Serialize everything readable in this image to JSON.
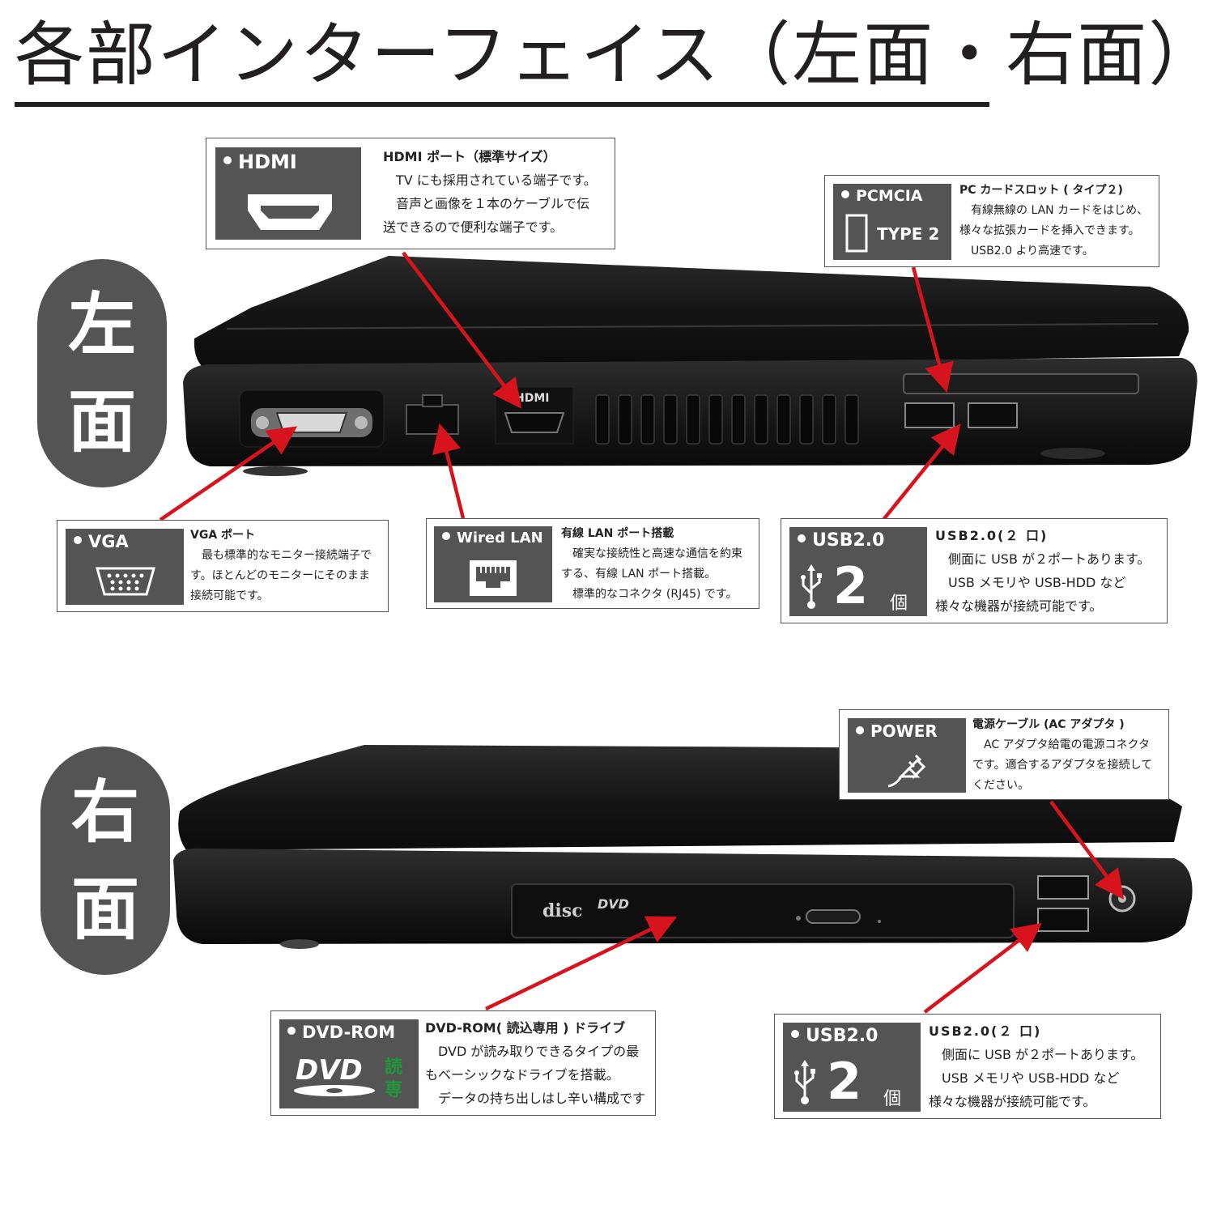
{
  "page_title": "各部インターフェイス（左面・右面）",
  "left_side_label": [
    "左",
    "面"
  ],
  "right_side_label": [
    "右",
    "面"
  ],
  "laptop_markings": {
    "hdmi": "HDMI",
    "dvd": "DVD",
    "disc": "disc"
  },
  "colors": {
    "tag_bg": "#545454",
    "arrow": "#d7141e",
    "laptop": "#151515",
    "dvd_read_only": "#1e9a3a"
  },
  "callouts": {
    "hdmi": {
      "tag": "HDMI",
      "heading": "HDMI ポート（標準サイズ）",
      "lines": [
        "　TV にも採用されている端子です。",
        "　音声と画像を１本のケーブルで伝",
        "送できるので便利な端子です。"
      ],
      "icon": "hdmi-port-icon"
    },
    "pcmcia": {
      "tag": "PCMCIA",
      "type_label": "TYPE 2",
      "heading": "PC カードスロット ( タイプ２)",
      "lines": [
        "　有線無線の LAN カードをはじめ、",
        "様々な拡張カードを挿入できます。",
        "　USB2.0 より高速です。"
      ],
      "icon": "pc-card-icon"
    },
    "vga": {
      "tag": "VGA",
      "heading": "VGA ポート",
      "lines": [
        "　最も標準的なモニター接続端子で",
        "す。ほとんどのモニターにそのまま",
        "接続可能です。"
      ],
      "icon": "vga-port-icon"
    },
    "lan": {
      "tag": "Wired LAN",
      "heading": "有線 LAN ポート搭載",
      "lines": [
        "　確実な接続性と高速な通信を約束",
        "する、有線 LAN ポート搭載。",
        "　標準的なコネクタ (RJ45) です。"
      ],
      "icon": "lan-port-icon"
    },
    "usb_left": {
      "tag": "USB2.0",
      "count": "2",
      "unit": "個",
      "heading": "USB2.0(２ 口)",
      "lines": [
        "　側面に USB が２ポートあります。",
        "　USB メモリや USB-HDD など",
        "様々な機器が接続可能です。"
      ],
      "icon": "usb-icon"
    },
    "power": {
      "tag": "POWER",
      "heading": "電源ケーブル (AC アダプタ )",
      "lines": [
        "　AC アダプタ給電の電源コネクタ",
        "です。適合するアダプタを接続して",
        "ください。"
      ],
      "icon": "power-plug-icon"
    },
    "dvd": {
      "tag": "DVD-ROM",
      "logo": "DVD",
      "read_only": [
        "読",
        "専"
      ],
      "heading": "DVD-ROM( 読込専用 ) ドライブ",
      "lines": [
        "　DVD が読み取りできるタイプの最",
        "もベーシックなドライブを搭載。",
        "　データの持ち出しはし辛い構成です"
      ],
      "icon": "dvd-logo-icon"
    },
    "usb_right": {
      "tag": "USB2.0",
      "count": "2",
      "unit": "個",
      "heading": "USB2.0(２ 口)",
      "lines": [
        "　側面に USB が２ポートあります。",
        "　USB メモリや USB-HDD など",
        "様々な機器が接続可能です。"
      ],
      "icon": "usb-icon"
    }
  }
}
